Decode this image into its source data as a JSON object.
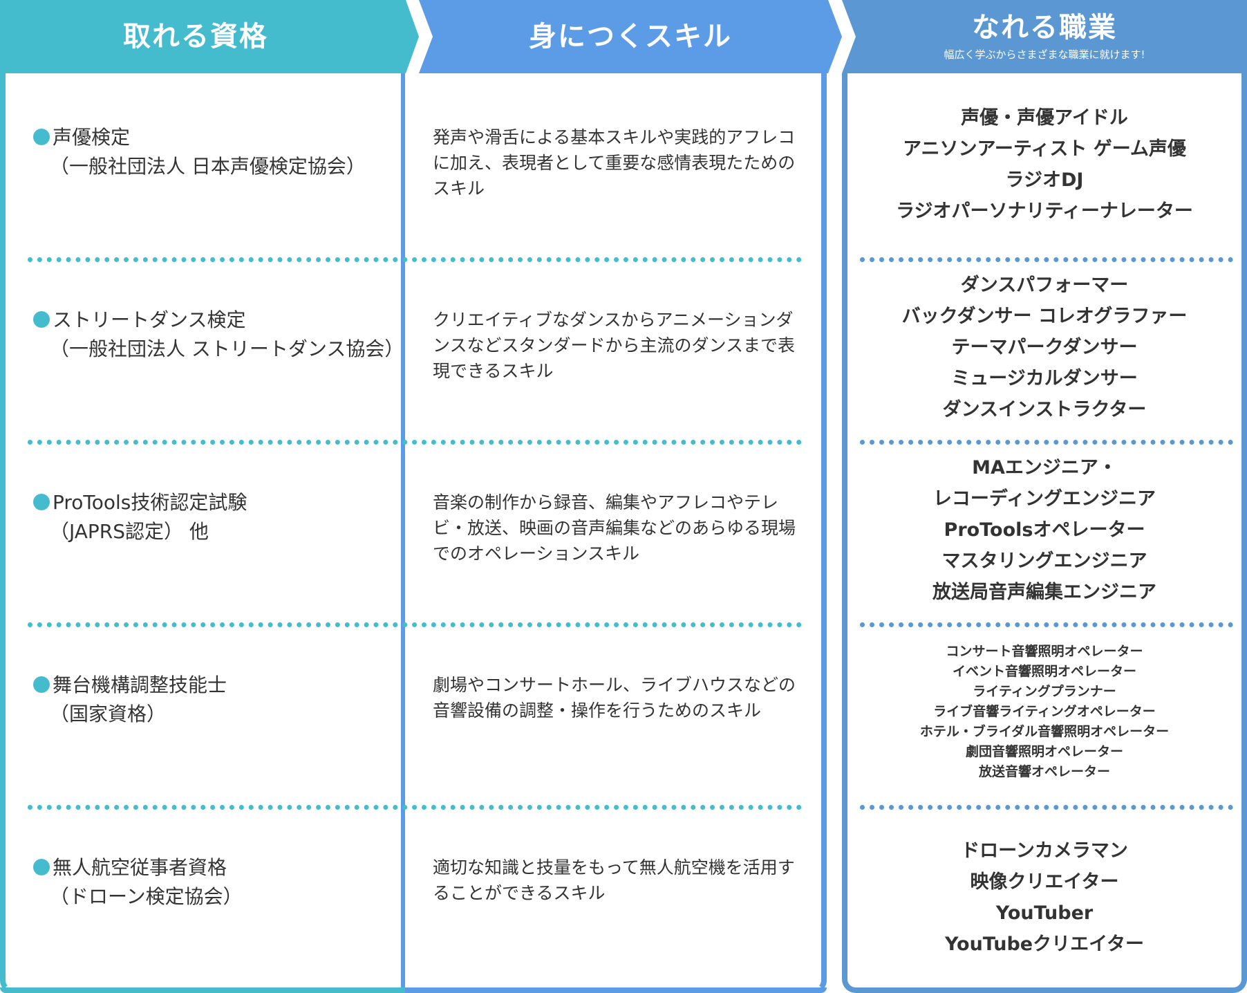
{
  "headers": {
    "qualifications": "取れる資格",
    "skills": "身につくスキル",
    "careers": "なれる職業",
    "careers_sub": "幅広く学ぶからさまざまな職業に就けます!"
  },
  "colors": {
    "teal": "#45BBCE",
    "blue": "#5C9CE6",
    "steel_blue": "#5A97D3"
  },
  "rows": [
    {
      "qualification": "声優検定",
      "qualification_sub": "（一般社団法人 日本声優検定協会）",
      "skill": "発声や滑舌による基本スキルや実践的アフレコに加え、表現者として重要な感情表現たためのスキル",
      "careers": [
        "声優・声優アイドル",
        "アニソンアーティスト ゲーム声優",
        "ラジオDJ",
        "ラジオパーソナリティーナレーター"
      ]
    },
    {
      "qualification": "ストリートダンス検定",
      "qualification_sub": "（一般社団法人 ストリートダンス協会）",
      "skill": "クリエイティブなダンスからアニメーションダンスなどスタンダードから主流のダンスまで表現できるスキル",
      "careers": [
        "ダンスパフォーマー",
        "バックダンサー コレオグラファー",
        "テーマパークダンサー",
        "ミュージカルダンサー",
        "ダンスインストラクター"
      ]
    },
    {
      "qualification": "ProTools技術認定試験",
      "qualification_sub": "（JAPRS認定） 他",
      "skill": "音楽の制作から録音、編集やアフレコやテレビ・放送、映画の音声編集などのあらゆる現場でのオペレーションスキル",
      "careers": [
        "MAエンジニア・",
        "レコーディングエンジニア",
        "ProToolsオペレーター",
        "マスタリングエンジニア",
        "放送局音声編集エンジニア"
      ]
    },
    {
      "qualification": "舞台機構調整技能士",
      "qualification_sub": "（国家資格）",
      "skill": "劇場やコンサートホール、ライブハウスなどの音響設備の調整・操作を行うためのスキル",
      "careers": [
        "コンサート音響照明オペレーター",
        "イベント音響照明オペレーター",
        "ライティングプランナー",
        "ライブ音響ライティングオペレーター",
        "ホテル・ブライダル音響照明オペレーター",
        "劇団音響照明オペレーター",
        "放送音響オペレーター"
      ]
    },
    {
      "qualification": "無人航空従事者資格",
      "qualification_sub": "（ドローン検定協会）",
      "skill": "適切な知識と技量をもって無人航空機を活用することができるスキル",
      "careers": [
        "ドローンカメラマン",
        "映像クリエイター",
        "YouTuber",
        "YouTubeクリエイター"
      ]
    }
  ]
}
